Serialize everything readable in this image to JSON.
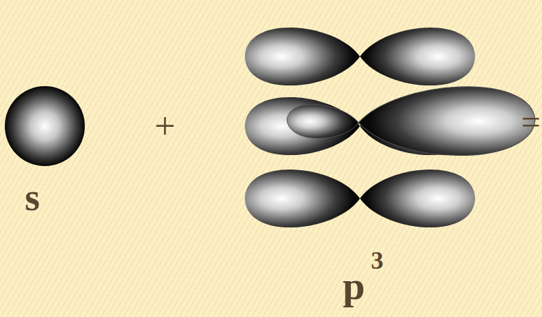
{
  "diagram": {
    "labels": [
      "s",
      "+",
      "p",
      "3",
      "="
    ]
  }
}
